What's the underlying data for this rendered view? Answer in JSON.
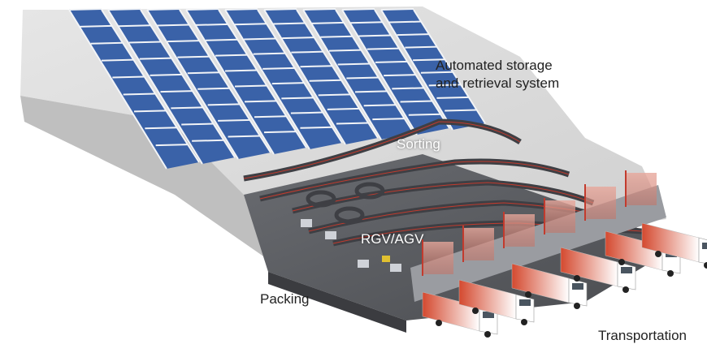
{
  "labels": {
    "asrs_line1": "Automated storage",
    "asrs_line2": "and retrieval system",
    "sorting": "Sorting",
    "rgv_agv": "RGV/AGV",
    "packing": "Packing",
    "transportation": "Transportation"
  },
  "colors": {
    "rack_blue": "#3a62a8",
    "rack_frame": "#f2f4f7",
    "wall_gray": "#d9d9d9",
    "floor_dark": "#56585d",
    "conveyor": "#3e3f44",
    "accent_red": "#c23b2e",
    "truck_white": "#ffffff"
  },
  "icons": [
    "warehouse-illustration",
    "truck-icon",
    "robot-arm-icon",
    "agv-icon"
  ]
}
